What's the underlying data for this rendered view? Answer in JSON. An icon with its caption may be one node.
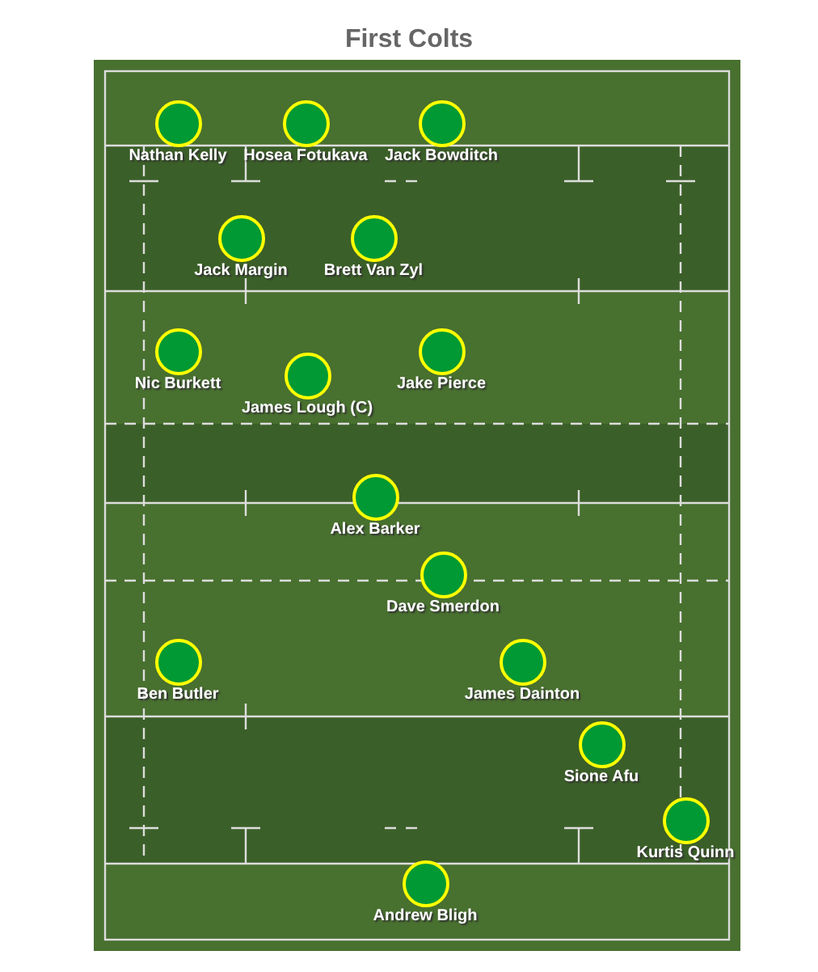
{
  "diagram": {
    "title": "First Colts",
    "nodes": [
      {
        "text": [
          "Nathan Kelly"
        ]
      },
      {
        "text": [
          "Hosea Fotukava"
        ]
      },
      {
        "text": [
          "Jack Bowditch"
        ]
      },
      {
        "text": [
          "Jack Margin"
        ]
      },
      {
        "text": [
          "Brett Van Zyl"
        ]
      },
      {
        "text": [
          "Nic Burkett"
        ]
      },
      {
        "text": [
          "James Lough (C)"
        ]
      },
      {
        "text": [
          "Jake Pierce"
        ]
      },
      {
        "text": [
          "Alex Barker"
        ]
      },
      {
        "text": [
          "Dave Smerdon"
        ]
      },
      {
        "text": [
          "Ben Butler"
        ]
      },
      {
        "text": [
          "James Dainton"
        ]
      },
      {
        "text": [
          "Sione Afu"
        ]
      },
      {
        "text": [
          "Kurtis Quinn"
        ]
      },
      {
        "text": [
          "Andrew Bligh"
        ]
      }
    ]
  }
}
